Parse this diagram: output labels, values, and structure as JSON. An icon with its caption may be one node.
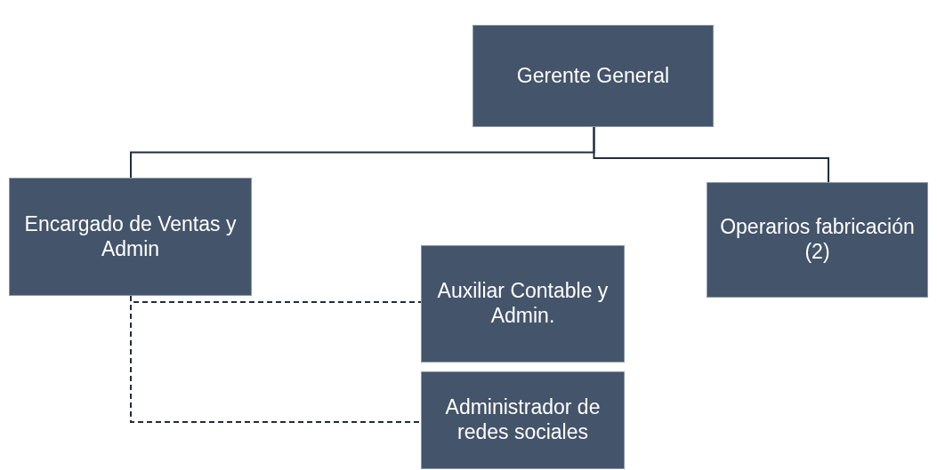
{
  "diagram": {
    "nodes": [
      {
        "text": [
          "Gerente General"
        ]
      },
      {
        "text": [
          "Encargado de Ventas y Admin"
        ]
      },
      {
        "text": [
          "Operarios fabricación (2)"
        ]
      },
      {
        "text": [
          "Auxiliar Contable y Admin."
        ]
      },
      {
        "text": [
          "Administrador de redes sociales"
        ]
      }
    ],
    "edges": [
      {
        "from": 0,
        "to": 1,
        "arrow": "none"
      },
      {
        "from": 0,
        "to": 2,
        "arrow": "none"
      },
      {
        "from": 1,
        "to": 3,
        "arrow": "none",
        "style": "dashed"
      },
      {
        "from": 1,
        "to": 4,
        "arrow": "none",
        "style": "dashed"
      }
    ]
  }
}
